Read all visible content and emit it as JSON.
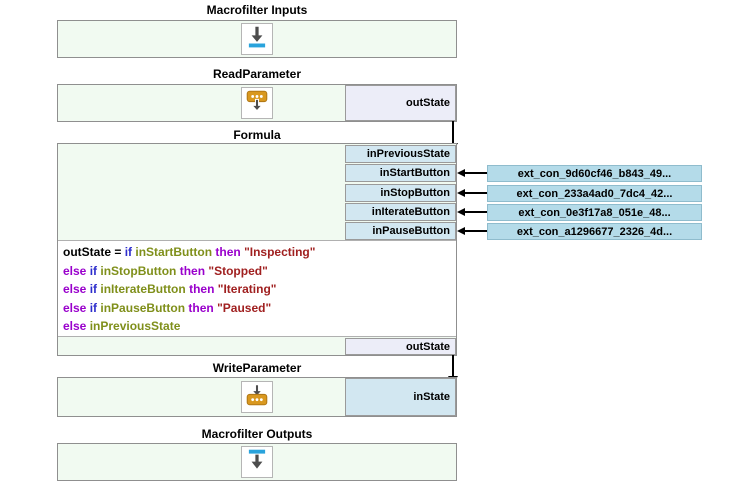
{
  "colors": {
    "background": "#ffffff",
    "block_fill": "#f1faf1",
    "block_border": "#8f8f8f",
    "code_bg": "#ffffff",
    "input_port_fill": "#d2e7f1",
    "output_port_fill": "#ecedf8",
    "port_border": "#9a9a9a",
    "ext_con_fill": "#b4dbe9",
    "ext_con_border": "#8fbccd",
    "icon_orange": "#d9981f",
    "icon_orange_border": "#b27916",
    "icon_blue": "#29a3dc",
    "icon_gray": "#4d4d4d",
    "kw_if": "#2d2dcc",
    "kw_then_else": "#9900cc",
    "identifier": "#7f8f1a",
    "string_literal": "#a02020"
  },
  "blocks": {
    "macrofilter_inputs": {
      "title": "Macrofilter Inputs"
    },
    "read_parameter": {
      "title": "ReadParameter",
      "output_port": {
        "label": "outState"
      }
    },
    "formula": {
      "title": "Formula",
      "input_ports": [
        {
          "label": "inPreviousState"
        },
        {
          "label": "inStartButton"
        },
        {
          "label": "inStopButton"
        },
        {
          "label": "inIterateButton"
        },
        {
          "label": "inPauseButton"
        }
      ],
      "output_port": {
        "label": "outState"
      },
      "code_lines": [
        {
          "tokens": [
            {
              "text": "outState",
              "style": "plain"
            },
            {
              "text": " = ",
              "style": "plain"
            },
            {
              "text": "if",
              "style": "keyword-if"
            },
            {
              "text": " ",
              "style": "plain"
            },
            {
              "text": "inStartButton",
              "style": "identifier"
            },
            {
              "text": " ",
              "style": "plain"
            },
            {
              "text": "then",
              "style": "keyword"
            },
            {
              "text": " ",
              "style": "plain"
            },
            {
              "text": "\"Inspecting\"",
              "style": "string"
            }
          ]
        },
        {
          "tokens": [
            {
              "text": "else",
              "style": "keyword"
            },
            {
              "text": " ",
              "style": "plain"
            },
            {
              "text": "if",
              "style": "keyword-if"
            },
            {
              "text": " ",
              "style": "plain"
            },
            {
              "text": "inStopButton",
              "style": "identifier"
            },
            {
              "text": " ",
              "style": "plain"
            },
            {
              "text": "then",
              "style": "keyword"
            },
            {
              "text": " ",
              "style": "plain"
            },
            {
              "text": "\"Stopped\"",
              "style": "string"
            }
          ]
        },
        {
          "tokens": [
            {
              "text": "else",
              "style": "keyword"
            },
            {
              "text": " ",
              "style": "plain"
            },
            {
              "text": "if",
              "style": "keyword-if"
            },
            {
              "text": " ",
              "style": "plain"
            },
            {
              "text": "inIterateButton",
              "style": "identifier"
            },
            {
              "text": " ",
              "style": "plain"
            },
            {
              "text": "then",
              "style": "keyword"
            },
            {
              "text": " ",
              "style": "plain"
            },
            {
              "text": "\"Iterating\"",
              "style": "string"
            }
          ]
        },
        {
          "tokens": [
            {
              "text": "else",
              "style": "keyword"
            },
            {
              "text": " ",
              "style": "plain"
            },
            {
              "text": "if",
              "style": "keyword-if"
            },
            {
              "text": " ",
              "style": "plain"
            },
            {
              "text": "inPauseButton",
              "style": "identifier"
            },
            {
              "text": " ",
              "style": "plain"
            },
            {
              "text": "then",
              "style": "keyword"
            },
            {
              "text": " ",
              "style": "plain"
            },
            {
              "text": "\"Paused\"",
              "style": "string"
            }
          ]
        },
        {
          "tokens": [
            {
              "text": "else",
              "style": "keyword"
            },
            {
              "text": " ",
              "style": "plain"
            },
            {
              "text": "inPreviousState",
              "style": "identifier"
            }
          ]
        }
      ]
    },
    "write_parameter": {
      "title": "WriteParameter",
      "input_port": {
        "label": "inState"
      }
    },
    "macrofilter_outputs": {
      "title": "Macrofilter Outputs"
    }
  },
  "external_connections": [
    {
      "label": "ext_con_9d60cf46_b843_49...",
      "target": "inStartButton"
    },
    {
      "label": "ext_con_233a4ad0_7dc4_42...",
      "target": "inStopButton"
    },
    {
      "label": "ext_con_0e3f17a8_051e_48...",
      "target": "inIterateButton"
    },
    {
      "label": "ext_con_a1296677_2326_4d...",
      "target": "inPauseButton"
    }
  ],
  "connections": [
    {
      "from": "ReadParameter.outState",
      "to": "Formula.inPreviousState"
    },
    {
      "from": "Formula.outState",
      "to": "WriteParameter.inState"
    }
  ]
}
